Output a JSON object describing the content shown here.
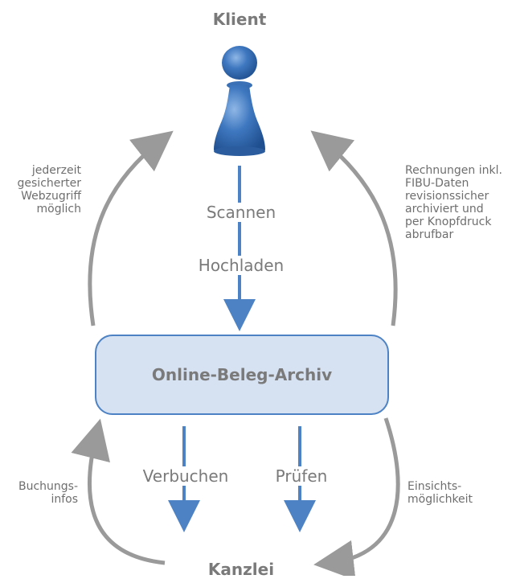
{
  "top_node": {
    "label": "Klient"
  },
  "bottom_node": {
    "label": "Kanzlei"
  },
  "center_box": {
    "label": "Online-Beleg-Archiv"
  },
  "left_top_note": [
    "jederzeit",
    "gesicherter",
    "Webzugriff",
    "möglich"
  ],
  "right_top_note": [
    "Rechnungen inkl.",
    "FIBU-Daten",
    "revisionssicher",
    "archiviert und",
    "per Knopfdruck",
    "abrufbar"
  ],
  "left_bottom_note": [
    "Buchungs-",
    "infos"
  ],
  "right_bottom_note": [
    "Einsichts-",
    "möglichkeit"
  ],
  "steps": {
    "scannen": "Scannen",
    "hochladen": "Hochladen",
    "verbuchen": "Verbuchen",
    "pruefen": "Prüfen"
  },
  "colors": {
    "arrow_blue": "#4d83c4",
    "arrow_gray": "#9a9a9a",
    "box_fill": "#d6e1f2",
    "box_border": "#4d83c4",
    "figure_blue": "#3f78c0",
    "text_gray": "#7a7a7a"
  },
  "icons": {
    "client_figure": "game-pawn-icon"
  }
}
